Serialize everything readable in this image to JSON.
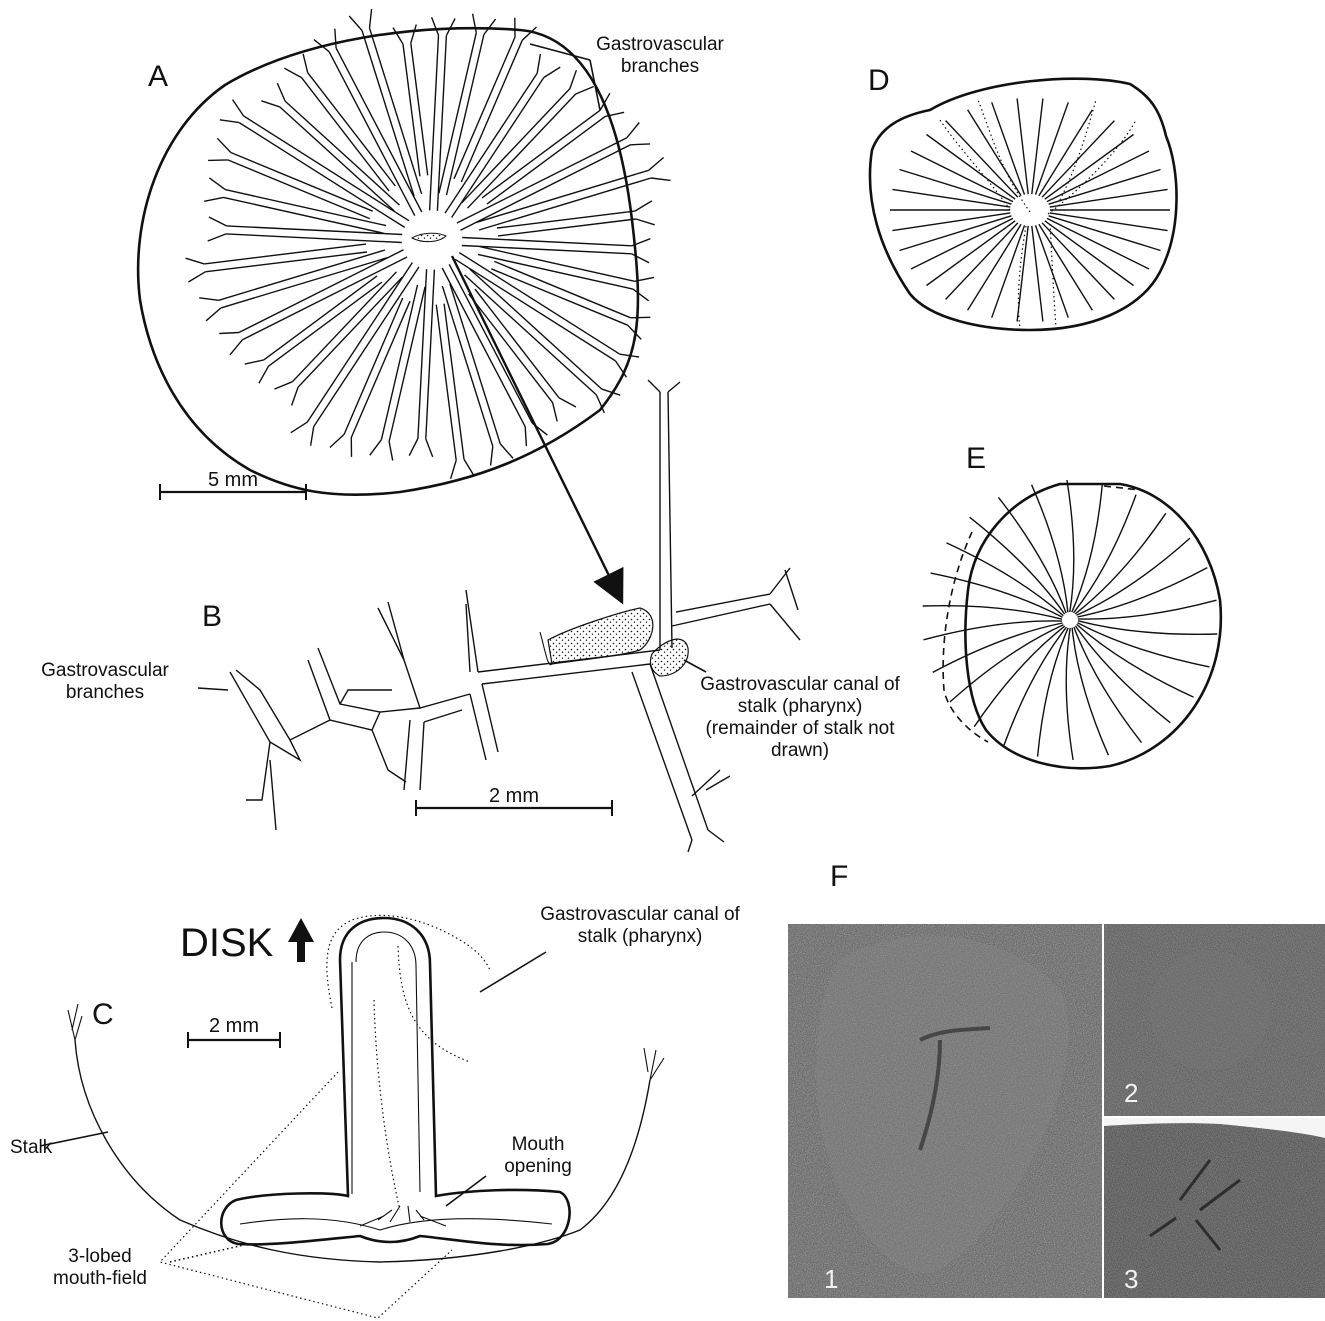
{
  "panels": {
    "A": {
      "letter": "A",
      "label_branches": [
        "Gastrovascular",
        "branches"
      ],
      "scale": "5 mm"
    },
    "B": {
      "letter": "B",
      "label_branches": [
        "Gastrovascular",
        "branches"
      ],
      "label_canal": [
        "Gastrovascular canal of",
        "stalk (pharynx)",
        "(remainder of stalk not",
        "drawn)"
      ],
      "scale": "2 mm"
    },
    "C": {
      "letter": "C",
      "disk": "DISK",
      "label_canal": [
        "Gastrovascular canal of",
        "stalk (pharynx)"
      ],
      "label_stalk": "Stalk",
      "label_mouth": [
        "Mouth",
        "opening"
      ],
      "label_mouthfield": [
        "3-lobed",
        "mouth-field"
      ],
      "scale": "2 mm"
    },
    "D": {
      "letter": "D"
    },
    "E": {
      "letter": "E"
    },
    "F": {
      "letter": "F",
      "photo_numbers": [
        "1",
        "2",
        "3"
      ]
    }
  },
  "colors": {
    "ink": "#111111",
    "background": "#ffffff",
    "photo_dark": "#3a3a3a",
    "photo_mid": "#6b6b6b"
  }
}
